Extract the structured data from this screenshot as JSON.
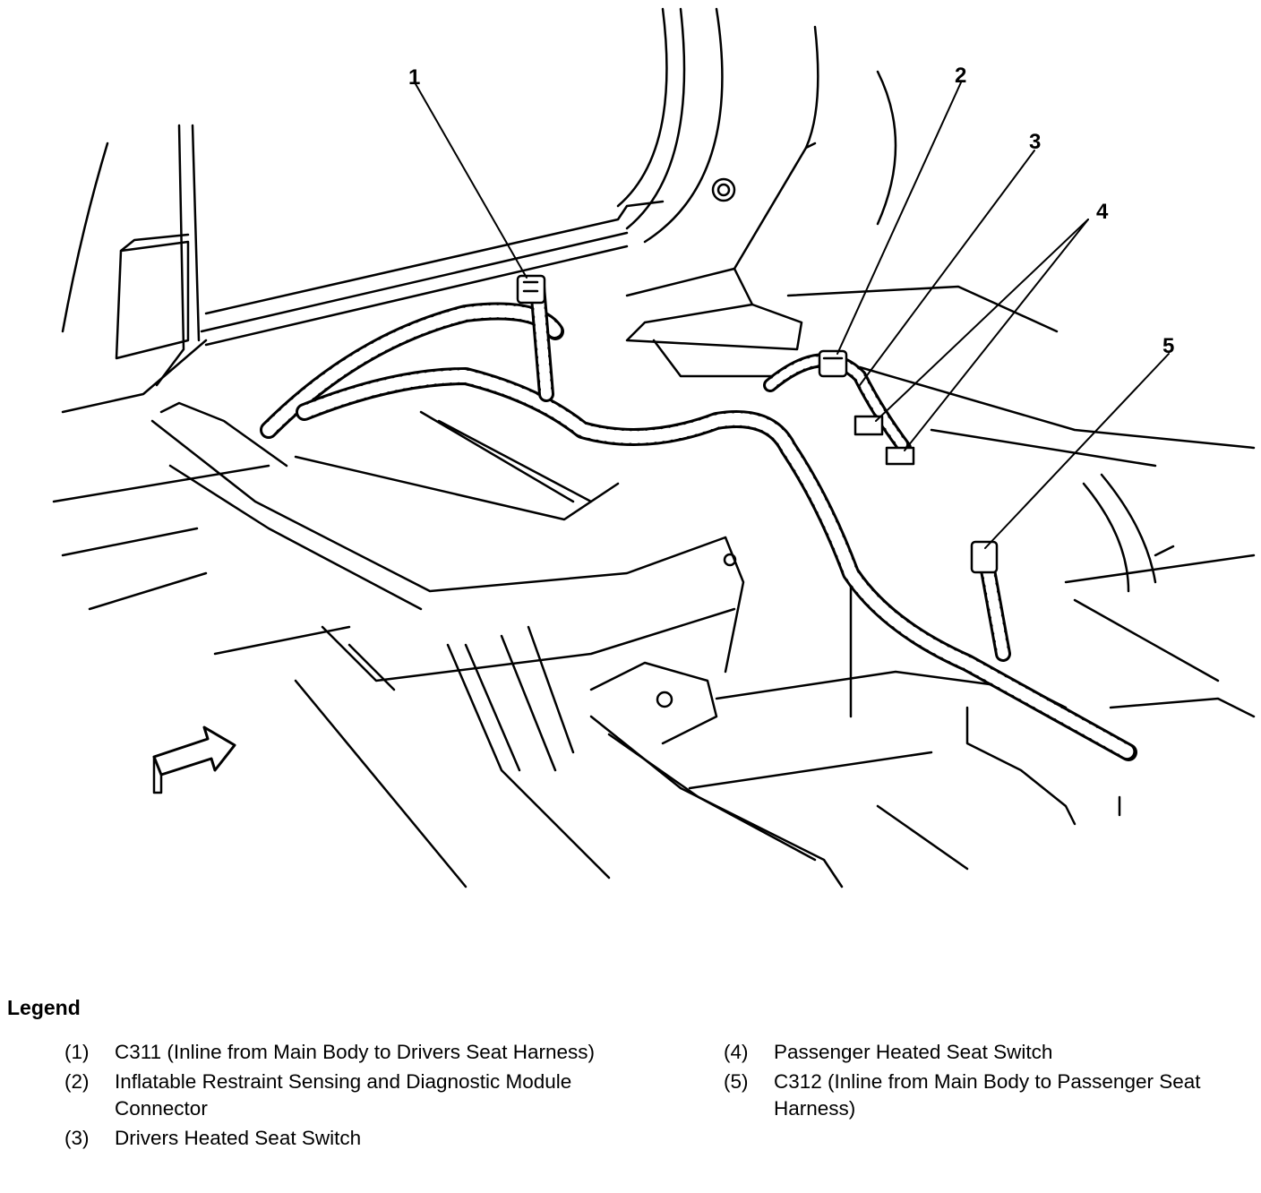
{
  "callouts": [
    "1",
    "2",
    "3",
    "4",
    "5"
  ],
  "legend": {
    "title": "Legend",
    "left_items": [
      {
        "num": "(1)",
        "text": "C311 (Inline from Main Body to Drivers Seat Harness)"
      },
      {
        "num": "(2)",
        "text": "Inflatable Restraint Sensing and Diagnostic Module Connector"
      },
      {
        "num": "(3)",
        "text": "Drivers Heated Seat Switch"
      }
    ],
    "right_items": [
      {
        "num": "(4)",
        "text": "Passenger Heated Seat Switch"
      },
      {
        "num": "(5)",
        "text": "C312 (Inline from Main Body to Passenger Seat Harness)"
      }
    ]
  }
}
